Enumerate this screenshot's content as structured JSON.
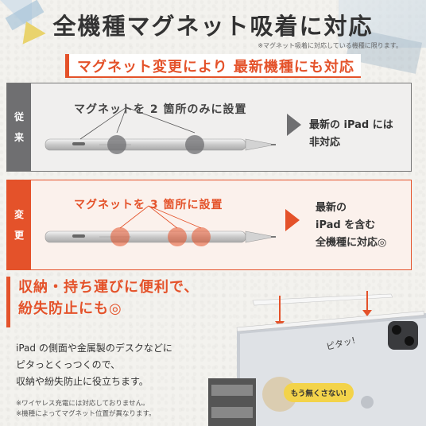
{
  "title": "全機種マグネット吸着に対応",
  "note_top": "※マグネット吸着に対応している機種に限ります。",
  "subtitle": "マグネット変更により 最新機種にも対応",
  "panel_old": {
    "tag_chars": [
      "従",
      "来"
    ],
    "caption": "マグネットを 2 箇所のみに設置",
    "result_lines": [
      "最新の iPad には",
      "非対応"
    ],
    "magnet_count": 2
  },
  "panel_new": {
    "tag_chars": [
      "変",
      "更"
    ],
    "caption": "マグネットを 3 箇所に設置",
    "result_lines": [
      "最新の",
      "iPad を含む",
      "全機種に対応◎"
    ],
    "magnet_count": 3
  },
  "bottom": {
    "heading_lines": [
      "収納・持ち運びに便利で、",
      "紛失防止にも◎"
    ],
    "body_lines": [
      "iPad の側面や金属製のデスクなどに",
      "ピタっとくっつくので、",
      "収納や紛失防止に役立ちます。"
    ],
    "footnotes": [
      "※ワイヤレス充電には対応しておりません。",
      "※機種によってマグネット位置が異なります。"
    ],
    "speech": "もう無くさない!",
    "handwritten": "ピタッ!"
  },
  "colors": {
    "accent": "#e4522a",
    "gray": "#6f6f71",
    "speech_bubble": "#f3d34a"
  }
}
